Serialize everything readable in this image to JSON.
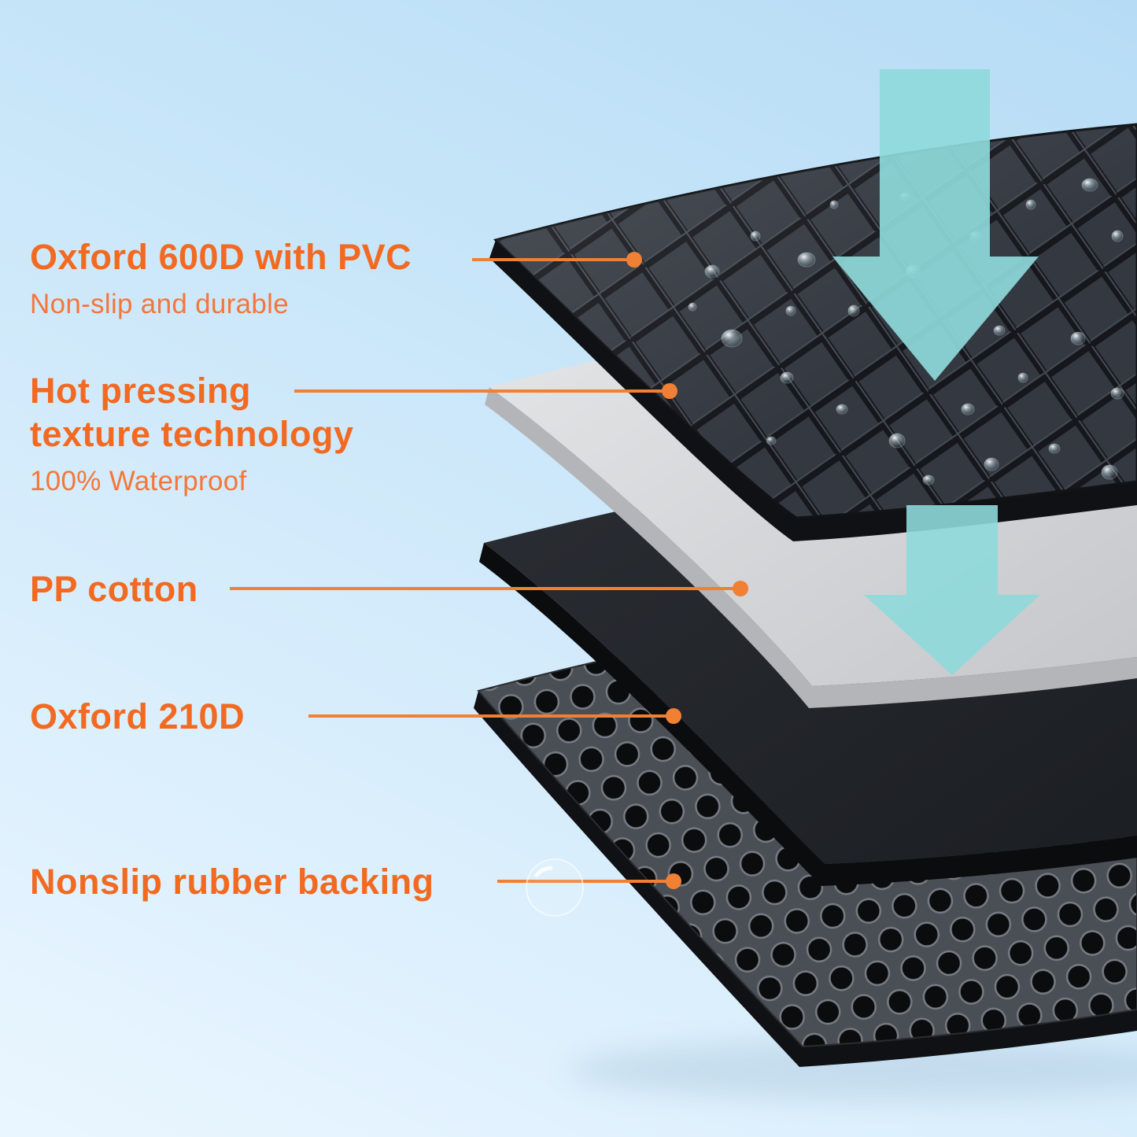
{
  "labels": {
    "oxford600d": {
      "title": "Oxford 600D with PVC",
      "subtitle": "Non-slip and durable"
    },
    "hot_pressing": {
      "title_line1": "Hot pressing",
      "title_line2": "texture technology",
      "subtitle": "100% Waterproof"
    },
    "pp_cotton": {
      "title": "PP cotton"
    },
    "oxford210d": {
      "title": "Oxford 210D"
    },
    "rubber_backing": {
      "title": "Nonslip rubber backing"
    }
  },
  "icons": {
    "water_arrow_top": "down-arrow",
    "water_arrow_middle": "down-arrow",
    "bubble": "air-bubble"
  },
  "colors": {
    "heading_orange": "#f26a21",
    "subtitle_orange": "#f5763a",
    "connector_orange": "#f08034",
    "arrow_teal": "#8ed9da",
    "background_blue": "#cde8fa",
    "quilt_dark": "#343941",
    "pp_cotton_gray": "#d8d9db",
    "oxford210d_dark": "#26292e",
    "rubber_dark": "#4a4e55"
  }
}
